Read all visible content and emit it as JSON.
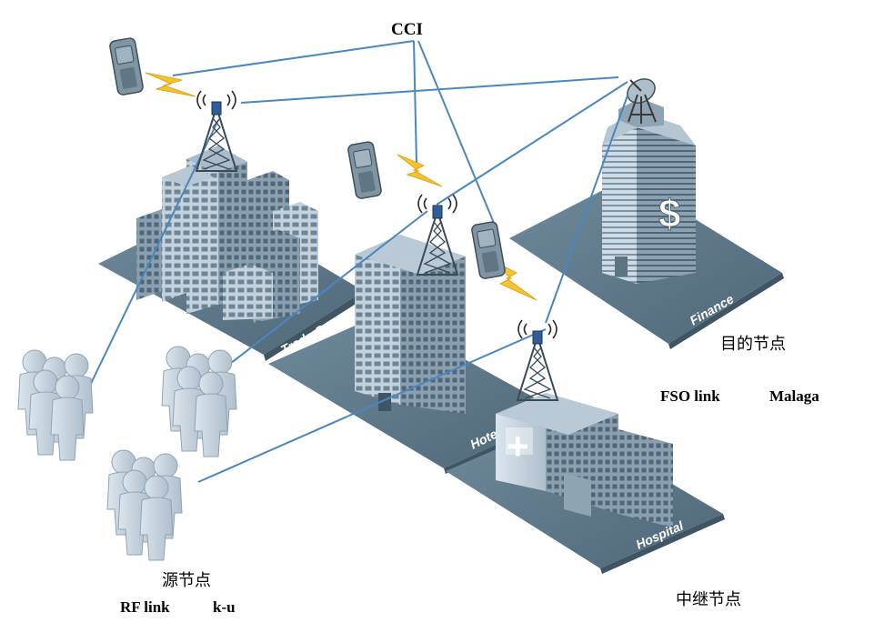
{
  "labels": {
    "cci": "CCI",
    "destination_node": "目的节点",
    "fso_link": "FSO link",
    "malaga": "Malaga",
    "source_node": "源节点",
    "rf_link": "RF link",
    "k_u": "k-u",
    "relay_node": "中继节点"
  },
  "plates": {
    "trade_center": "Trade Center",
    "finance": "Finance",
    "hotel": "Hotel",
    "hospital": "Hospital"
  },
  "signs": {
    "dollar": "$",
    "cross": "+"
  },
  "icons": [
    "cell-tower-icon",
    "mobile-phone-icon",
    "lightning-bolt-icon",
    "satellite-dish-icon",
    "people-group-icon",
    "building-icon"
  ],
  "colors": {
    "link_line": "#4a87c0",
    "plate": "#5e7a8c",
    "building_light": "#c9d7e2",
    "building_dark": "#7f97a8",
    "bolt": "#f5c531"
  }
}
